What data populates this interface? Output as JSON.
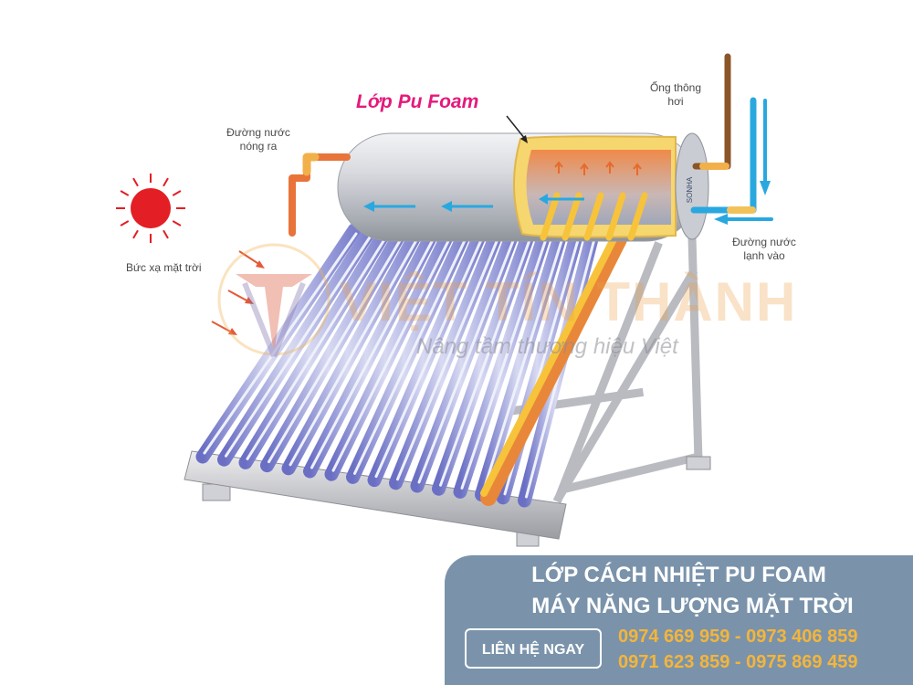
{
  "labels": {
    "pu_foam": "Lớp Pu Foam",
    "hot_out_1": "Đường nước",
    "hot_out_2": "nóng ra",
    "vent_1": "Ống thông",
    "vent_2": "hơi",
    "cold_in_1": "Đường nước",
    "cold_in_2": "lạnh vào",
    "radiation": "Bức xạ mặt trời",
    "tank_brand": "SONHA"
  },
  "watermark": {
    "brand": "VIỆT TÍN THÀNH",
    "slogan": "Nâng tầm thương hiệu Việt"
  },
  "banner": {
    "line1": "LỚP CÁCH NHIỆT PU FOAM",
    "line2": "MÁY NĂNG LƯỢNG MẶT TRỜI",
    "contact_button": "LIÊN HỆ NGAY",
    "phones_line1": "0974 669 959 - 0973 406 859",
    "phones_line2": "0971 623 859 - 0975 869 459"
  },
  "colors": {
    "pu_label": "#e5197b",
    "banner_bg": "#7a93ab",
    "phone_text": "#f4b53a",
    "hot_pipe": "#e8743a",
    "cold_pipe": "#29a8e0",
    "sun": "#e31e24"
  }
}
